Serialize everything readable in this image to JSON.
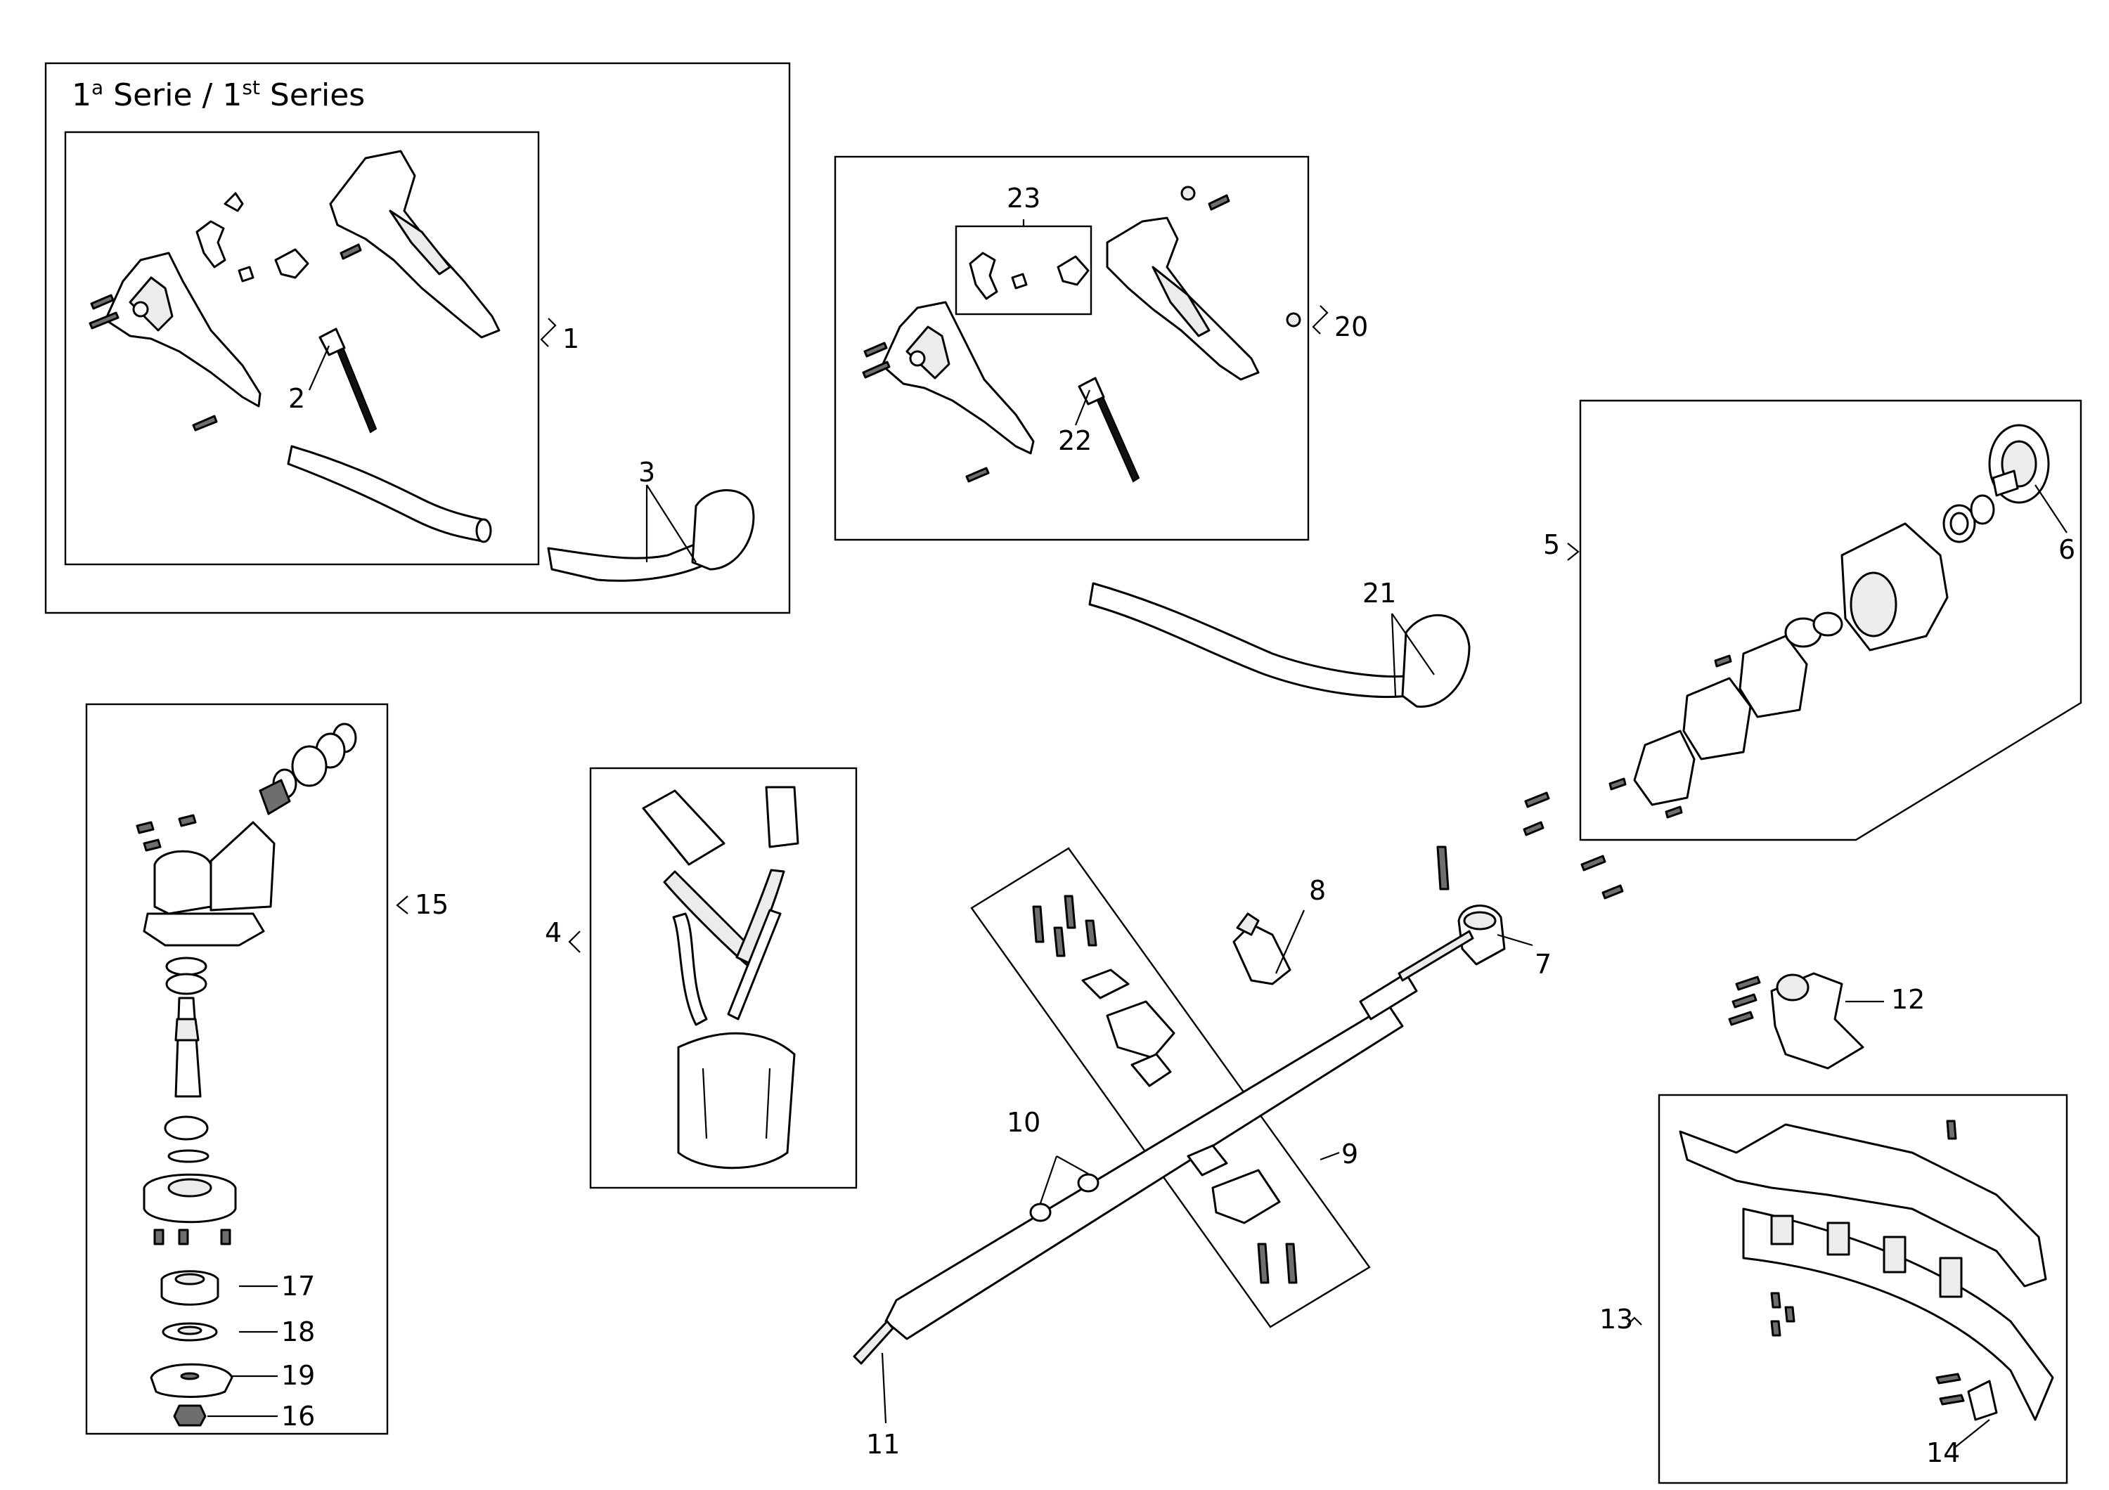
{
  "series_heading": {
    "prefix": "1",
    "sup_a": "a",
    "middle": " Serie / 1",
    "sup_b": "st",
    "suffix": " Series"
  },
  "callouts": [
    "1",
    "2",
    "3",
    "4",
    "5",
    "6",
    "7",
    "8",
    "9",
    "10",
    "11",
    "12",
    "13",
    "14",
    "15",
    "16",
    "17",
    "18",
    "19",
    "20",
    "21",
    "22",
    "23"
  ]
}
